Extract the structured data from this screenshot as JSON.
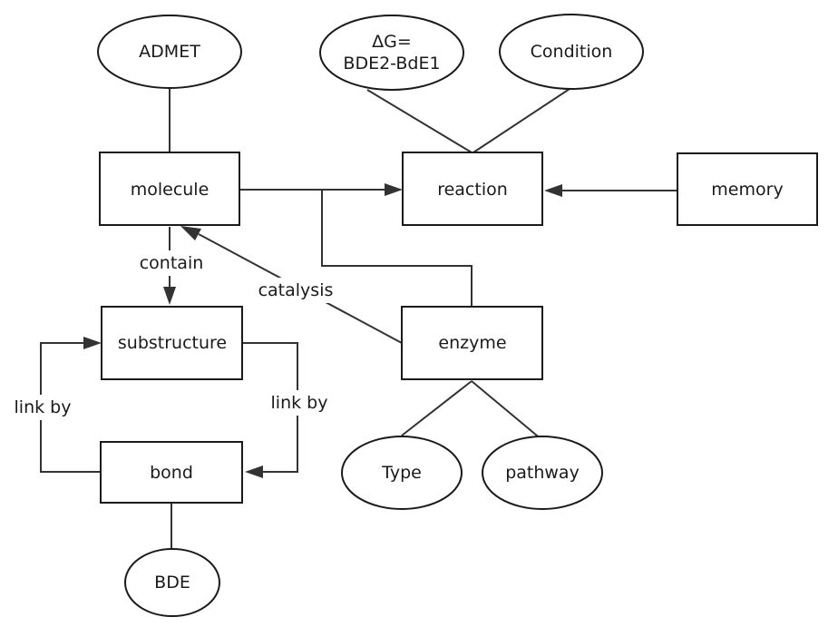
{
  "entities": {
    "molecule": "molecule",
    "reaction": "reaction",
    "memory": "memory",
    "substructure": "substructure",
    "enzyme": "enzyme",
    "bond": "bond"
  },
  "attributes": {
    "admet": "ADMET",
    "delta_g_line1": "ΔG=",
    "delta_g_line2": "BDE2-BdE1",
    "condition": "Condition",
    "type": "Type",
    "pathway": "pathway",
    "bde": "BDE"
  },
  "relations": {
    "contain": "contain",
    "catalysis": "catalysis",
    "link_by_left": "link by",
    "link_by_right": "link by"
  }
}
